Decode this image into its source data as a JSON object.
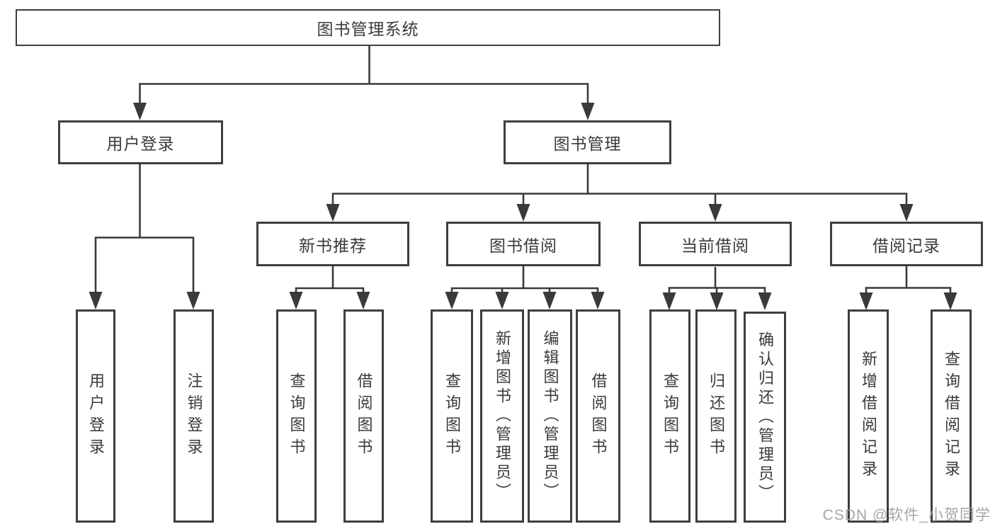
{
  "diagram_title": "图书管理系统",
  "tree": {
    "root": {
      "label": "图书管理系统"
    },
    "branches": [
      {
        "label": "用户登录",
        "children": [
          {
            "label": "用户登录"
          },
          {
            "label": "注销登录"
          }
        ]
      },
      {
        "label": "图书管理",
        "children": [
          {
            "label": "新书推荐",
            "children": [
              {
                "label": "查询图书"
              },
              {
                "label": "借阅图书"
              }
            ]
          },
          {
            "label": "图书借阅",
            "children": [
              {
                "label": "查询图书"
              },
              {
                "label": "新增图书（管理员）"
              },
              {
                "label": "编辑图书（管理员）"
              },
              {
                "label": "借阅图书"
              }
            ]
          },
          {
            "label": "当前借阅",
            "children": [
              {
                "label": "查询图书"
              },
              {
                "label": "归还图书"
              },
              {
                "label": "确认归还（管理员）"
              }
            ]
          },
          {
            "label": "借阅记录",
            "children": [
              {
                "label": "新增借阅记录"
              },
              {
                "label": "查询借阅记录"
              }
            ]
          }
        ]
      }
    ]
  },
  "watermark": {
    "text": "CSDN @软件_小贺同学"
  },
  "colors": {
    "line": "#3a3a3a",
    "box_border": "#3e3e3e",
    "text": "#3a3a3a",
    "watermark": "#9e9e9e",
    "background": "#ffffff"
  }
}
